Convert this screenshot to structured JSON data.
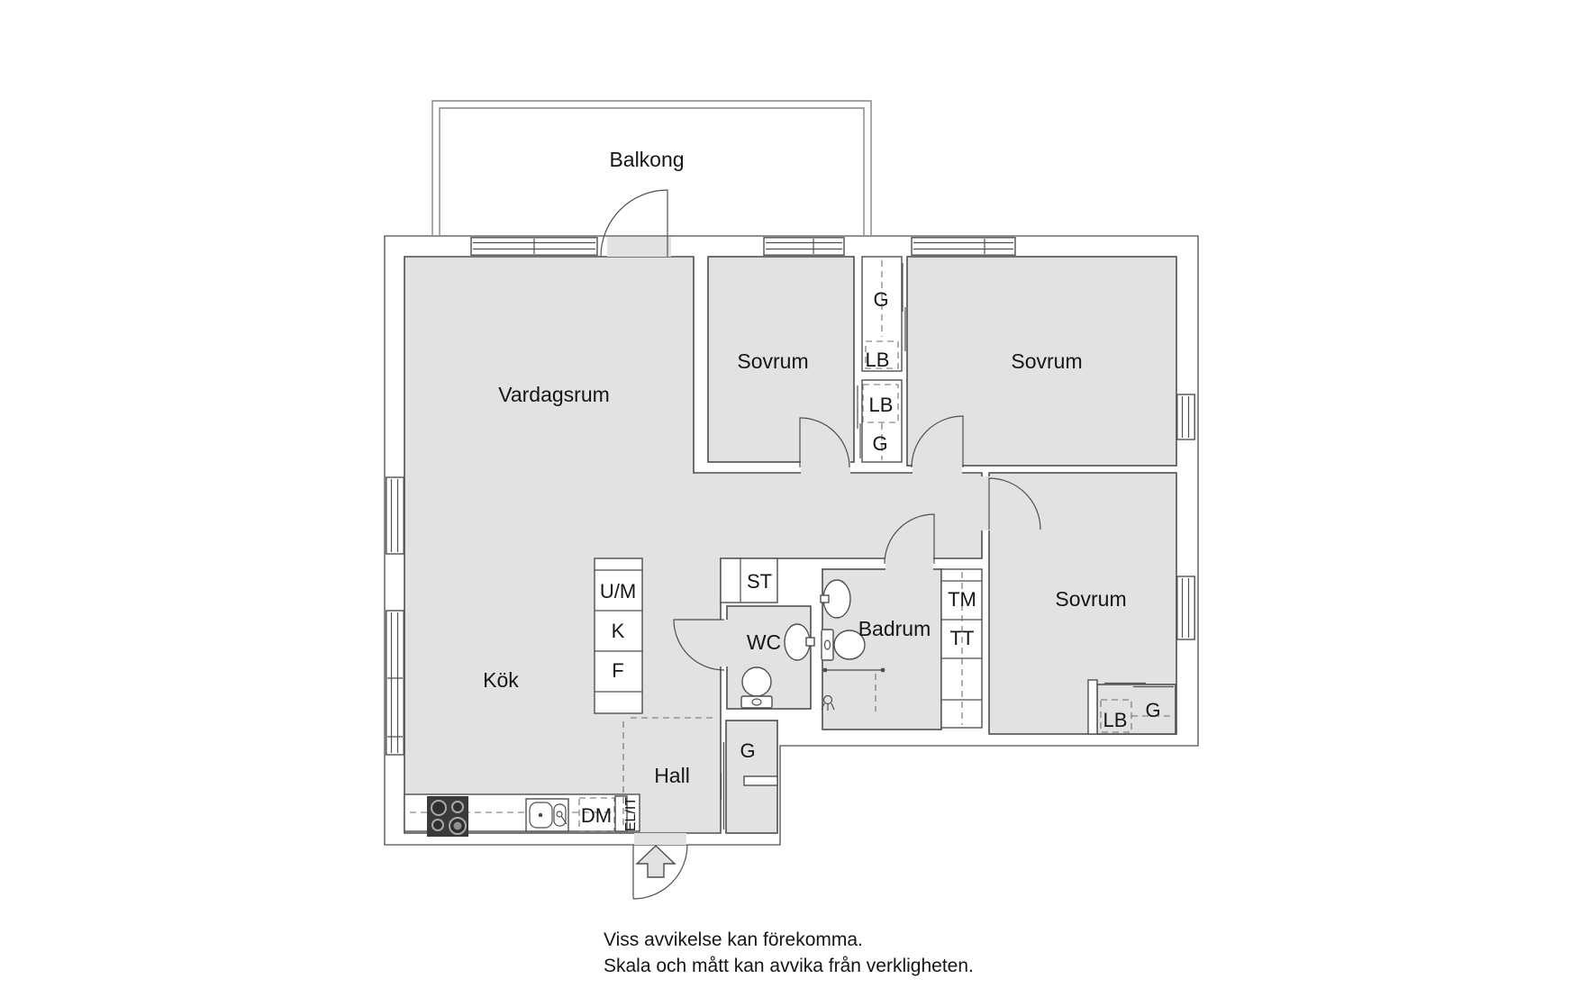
{
  "floorplan": {
    "rooms": {
      "balcony": "Balkong",
      "living_room": "Vardagsrum",
      "kitchen": "Kök",
      "hall": "Hall",
      "bedroom_1": "Sovrum",
      "bedroom_2": "Sovrum",
      "bedroom_3": "Sovrum",
      "bathroom": "Badrum",
      "wc": "WC"
    },
    "storage": {
      "wardrobe_top": "G",
      "linen_top": "LB",
      "linen_mid": "LB",
      "wardrobe_mid": "G",
      "wardrobe_hall": "G",
      "linen_bedroom3": "LB",
      "wardrobe_bedroom3": "G",
      "cleaning_closet": "ST"
    },
    "appliances": {
      "washing_machine": "TM",
      "tumble_dryer": "TT",
      "microwave_oven": "U/M",
      "fridge": "K",
      "freezer": "F",
      "dishwasher": "DM",
      "electrical_it": "EL/IT"
    },
    "disclaimer": {
      "line1": "Viss avvikelse kan förekomma.",
      "line2": "Skala och mått kan avvika från verkligheten."
    },
    "colors": {
      "floor_fill": "#e2e2e1",
      "wall_line": "#4f4f4f",
      "background": "#ffffff"
    }
  }
}
